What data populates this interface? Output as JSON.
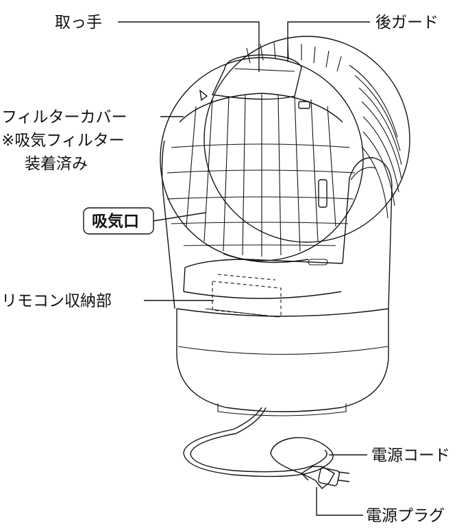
{
  "labels": {
    "handle": "取っ手",
    "rear_guard": "後ガード",
    "filter_cover": "フィルターカバー",
    "filter_note_1": "※吸気フィルター",
    "filter_note_2": "装着済み",
    "intake": "吸気口",
    "remote_storage": "リモコン収納部",
    "power_cord": "電源コード",
    "power_plug": "電源プラグ"
  }
}
